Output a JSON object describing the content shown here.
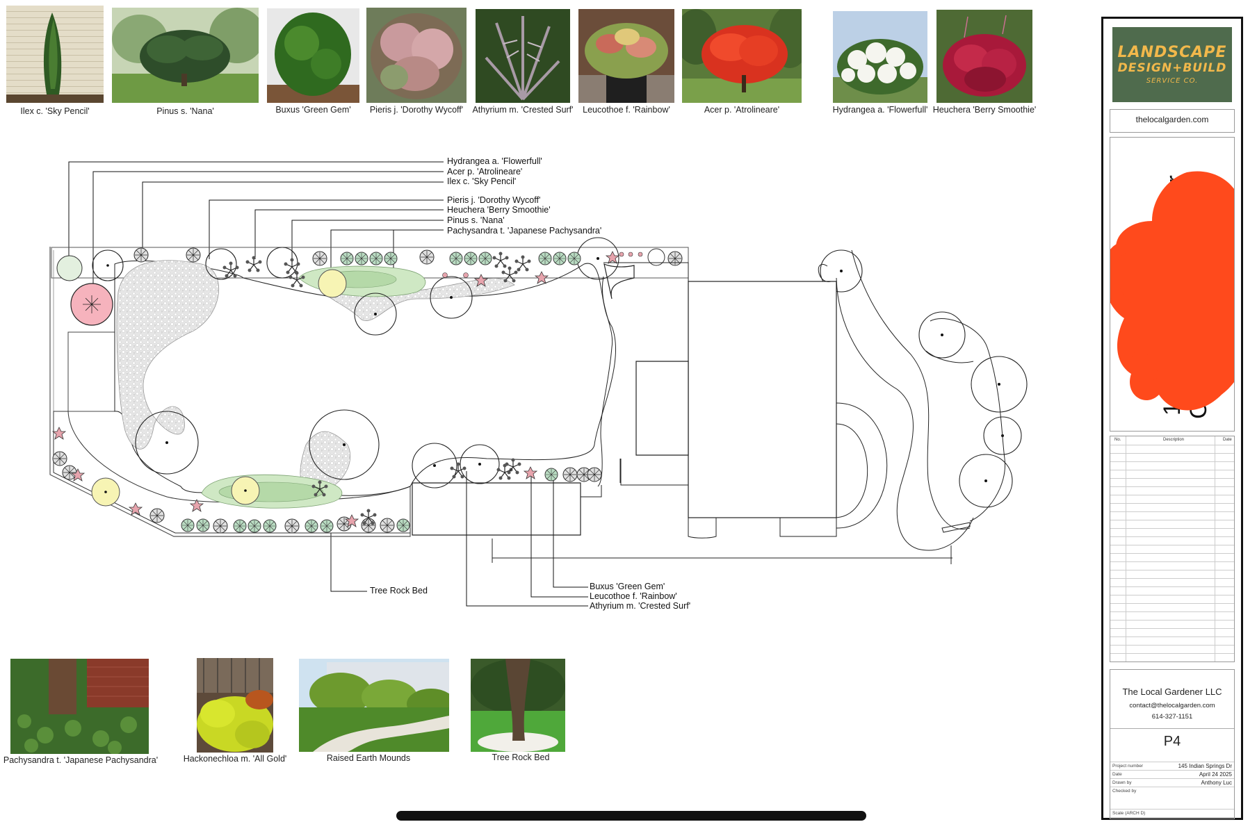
{
  "top_photos": [
    {
      "caption": "Ilex c. 'Sky Pencil'"
    },
    {
      "caption": "Pinus s. 'Nana'"
    },
    {
      "caption": "Buxus 'Green Gem'"
    },
    {
      "caption": "Pieris j. 'Dorothy Wycoff'"
    },
    {
      "caption": "Athyrium m. 'Crested Surf'"
    },
    {
      "caption": "Leucothoe f. 'Rainbow'"
    },
    {
      "caption": "Acer p. 'Atrolineare'"
    },
    {
      "caption": "Hydrangea a. 'Flowerfull'"
    },
    {
      "caption": "Heuchera 'Berry Smoothie'"
    }
  ],
  "bottom_photos": [
    {
      "caption": "Pachysandra t. 'Japanese Pachysandra'"
    },
    {
      "caption": "Hackonechloa m. 'All Gold'"
    },
    {
      "caption": "Raised Earth Mounds"
    },
    {
      "caption": "Tree Rock Bed"
    }
  ],
  "callouts_top": [
    "Hydrangea a. 'Flowerfull'",
    "Acer p. 'Atrolineare'",
    "Ilex c. 'Sky Pencil'",
    "Pieris j. 'Dorothy Wycoff'",
    "Heuchera 'Berry Smoothie'",
    "Pinus s. 'Nana'",
    "Pachysandra t. 'Japanese Pachysandra'"
  ],
  "callouts_bottom": {
    "tree_rock_bed": "Tree Rock Bed",
    "right": [
      "Buxus 'Green Gem'",
      "Leucothoe f. 'Rainbow'",
      "Athyrium m. 'Crested Surf'"
    ]
  },
  "title_block": {
    "logo": {
      "line1": "LANDSCAPE",
      "line2": "DESIGN+BUILD",
      "line3": "SERVICE CO."
    },
    "website": "thelocalgarden.com",
    "address_partial": [
      "Dr",
      "1"
    ],
    "address_partial_lower": [
      "14",
      "Co"
    ],
    "revision_headers": {
      "no": "No.",
      "description": "Description",
      "date": "Date"
    },
    "company": "The Local Gardener LLC",
    "email": "contact@thelocalgarden.com",
    "phone": "614-327-1151",
    "sheet": "P4",
    "project_info": [
      {
        "label": "Project number",
        "value": "145 Indian Springs Dr"
      },
      {
        "label": "Date",
        "value": "April 24 2025"
      },
      {
        "label": "Drawn by",
        "value": "Anthony Luc"
      },
      {
        "label": "Checked by",
        "value": ""
      }
    ],
    "scale_label": "Scale (ARCH D)"
  },
  "colors": {
    "logo_bg": "#4f6b4d",
    "logo_text": "#f2b84b",
    "scribble": "#ff4a1c",
    "hydrangea": "#f7f4b4",
    "acer": "#f6b3bd",
    "pachysandra": "#b9dcc2",
    "mound": "#cfe8c4"
  }
}
